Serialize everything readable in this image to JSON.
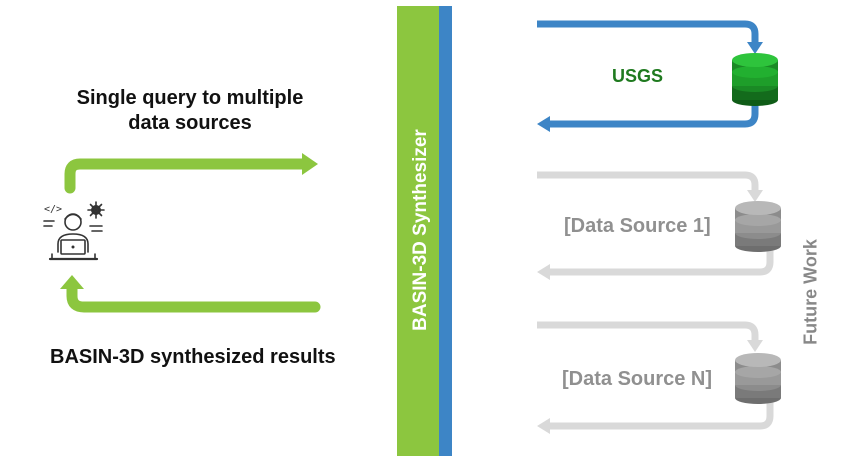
{
  "labels": {
    "query": "Single query to multiple\ndata sources",
    "results": "BASIN-3D synthesized results",
    "synthesizer": "BASIN-3D Synthesizer",
    "usgs": "USGS",
    "data_source_1": "[Data Source 1]",
    "data_source_n": "[Data Source N]",
    "future_work": "Future Work"
  },
  "icons": {
    "user": "developer-with-laptop-icon",
    "usgs_db": "database-icon",
    "ds1_db": "database-icon",
    "dsn_db": "database-icon"
  },
  "colors": {
    "green": "#8cc63f",
    "blue": "#3d85c6",
    "usgs_green": "#1f7a1f",
    "db_green": "#1e9e2a",
    "future_gray": "#d9d9d9",
    "db_gray": "#8c8c8c",
    "text_gray": "#909090"
  }
}
